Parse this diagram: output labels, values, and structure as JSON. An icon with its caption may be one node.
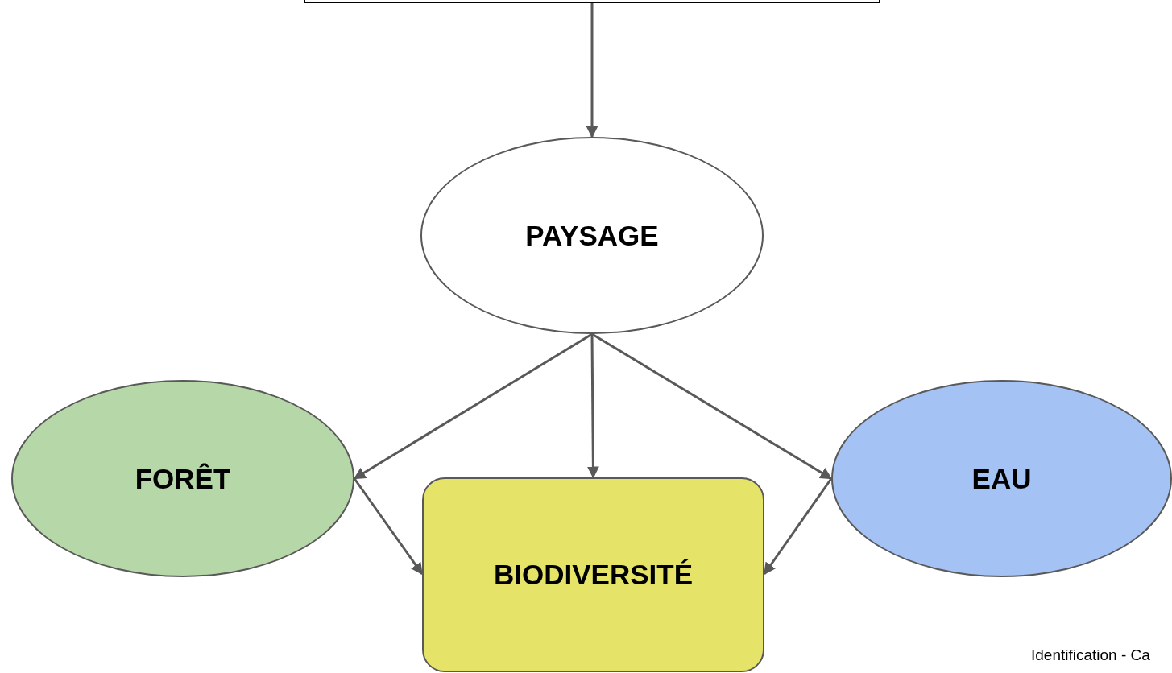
{
  "diagram": {
    "nodes": [
      {
        "text": [],
        "shape": "box"
      },
      {
        "text": [
          "PAYSAGE"
        ]
      },
      {
        "text": [
          "FORÊT"
        ]
      },
      {
        "text": [
          "BIODIVERSITÉ"
        ]
      },
      {
        "text": [
          "EAU"
        ]
      }
    ],
    "edges": [
      {
        "from": 0,
        "to": 1,
        "arrow": "to"
      },
      {
        "from": 1,
        "to": 2,
        "arrow": "to"
      },
      {
        "from": 1,
        "to": 3,
        "arrow": "to"
      },
      {
        "from": 1,
        "to": 4,
        "arrow": "to"
      },
      {
        "from": 2,
        "to": 3,
        "arrow": "to"
      },
      {
        "from": 4,
        "to": 3,
        "arrow": "to"
      }
    ],
    "labels": [
      "Identification - Ca"
    ]
  }
}
